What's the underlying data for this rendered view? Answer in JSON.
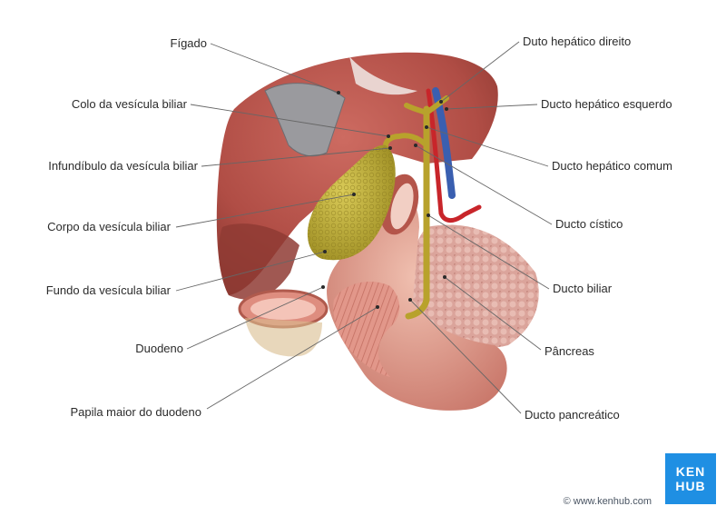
{
  "labels_left": [
    {
      "text": "Fígado"
    },
    {
      "text": "Colo da vesícula biliar"
    },
    {
      "text": "Infundíbulo da vesícula biliar"
    },
    {
      "text": "Corpo da vesícula biliar"
    },
    {
      "text": "Fundo da vesícula biliar"
    },
    {
      "text": "Duodeno"
    },
    {
      "text": "Papila maior do duodeno"
    }
  ],
  "labels_right": [
    {
      "text": "Duto hepático direito"
    },
    {
      "text": "Ducto hepático esquerdo"
    },
    {
      "text": "Ducto hepático comum"
    },
    {
      "text": "Ducto cístico"
    },
    {
      "text": "Ducto biliar"
    },
    {
      "text": "Pâncreas"
    },
    {
      "text": "Ducto pancreático"
    }
  ],
  "logo": {
    "line1": "KEN",
    "line2": "HUB"
  },
  "copyright": "© www.kenhub.com",
  "colors": {
    "liver": "#b5524a",
    "gallbladder": "#c2b23d",
    "duodenum": "#e3a08e",
    "pancreas": "#d8a199",
    "artery": "#c8252a",
    "vein": "#3a5fb0",
    "leader": "#555555",
    "brand": "#1f8fe3"
  }
}
